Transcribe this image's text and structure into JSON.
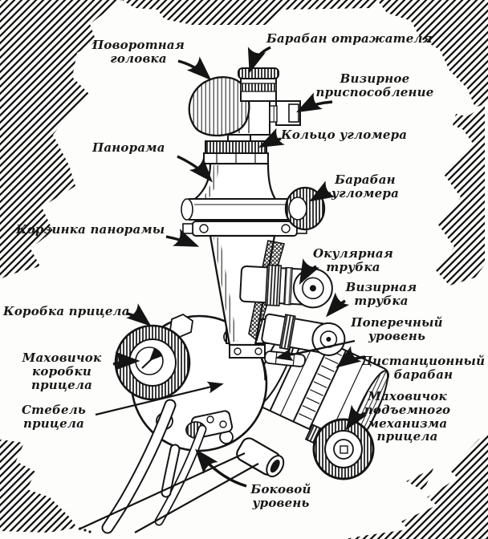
{
  "figure": {
    "kind": "scanned-manual-illustration",
    "subject": "Панорама и прицел (артиллерийский прицел с панорамой)",
    "language": "ru",
    "ink_color": "#141414",
    "paper_color": "#fdfdfb"
  },
  "labels": [
    {
      "part": "rotating-head",
      "text": "Поворотная\nголовка"
    },
    {
      "part": "reflector-drum",
      "text": "Барабан отражателя"
    },
    {
      "part": "sighting-device",
      "text": "Визирное\nприспособление"
    },
    {
      "part": "goniometer-ring",
      "text": "Кольцо угломера"
    },
    {
      "part": "panorama",
      "text": "Панорама"
    },
    {
      "part": "goniometer-drum",
      "text": "Барабан\nугломера"
    },
    {
      "part": "panorama-basket",
      "text": "Корзинка панорамы"
    },
    {
      "part": "eyepiece-tube",
      "text": "Окулярная\nтрубка"
    },
    {
      "part": "sighting-tube",
      "text": "Визирная\nтрубка"
    },
    {
      "part": "transverse-level",
      "text": "Поперечный\nуровень"
    },
    {
      "part": "range-drum",
      "text": "Дистанционный\nбарабан"
    },
    {
      "part": "elevating-handwheel",
      "text": "Маховичок\nподъемного\nмеханизма\nприцела"
    },
    {
      "part": "sight-box",
      "text": "Коробка прицела"
    },
    {
      "part": "sight-box-handwheel",
      "text": "Маховичок\nкоробки прицела"
    },
    {
      "part": "sight-stem",
      "text": "Стебель\nприцела"
    },
    {
      "part": "lateral-level",
      "text": "Боковой\nуровень"
    }
  ]
}
